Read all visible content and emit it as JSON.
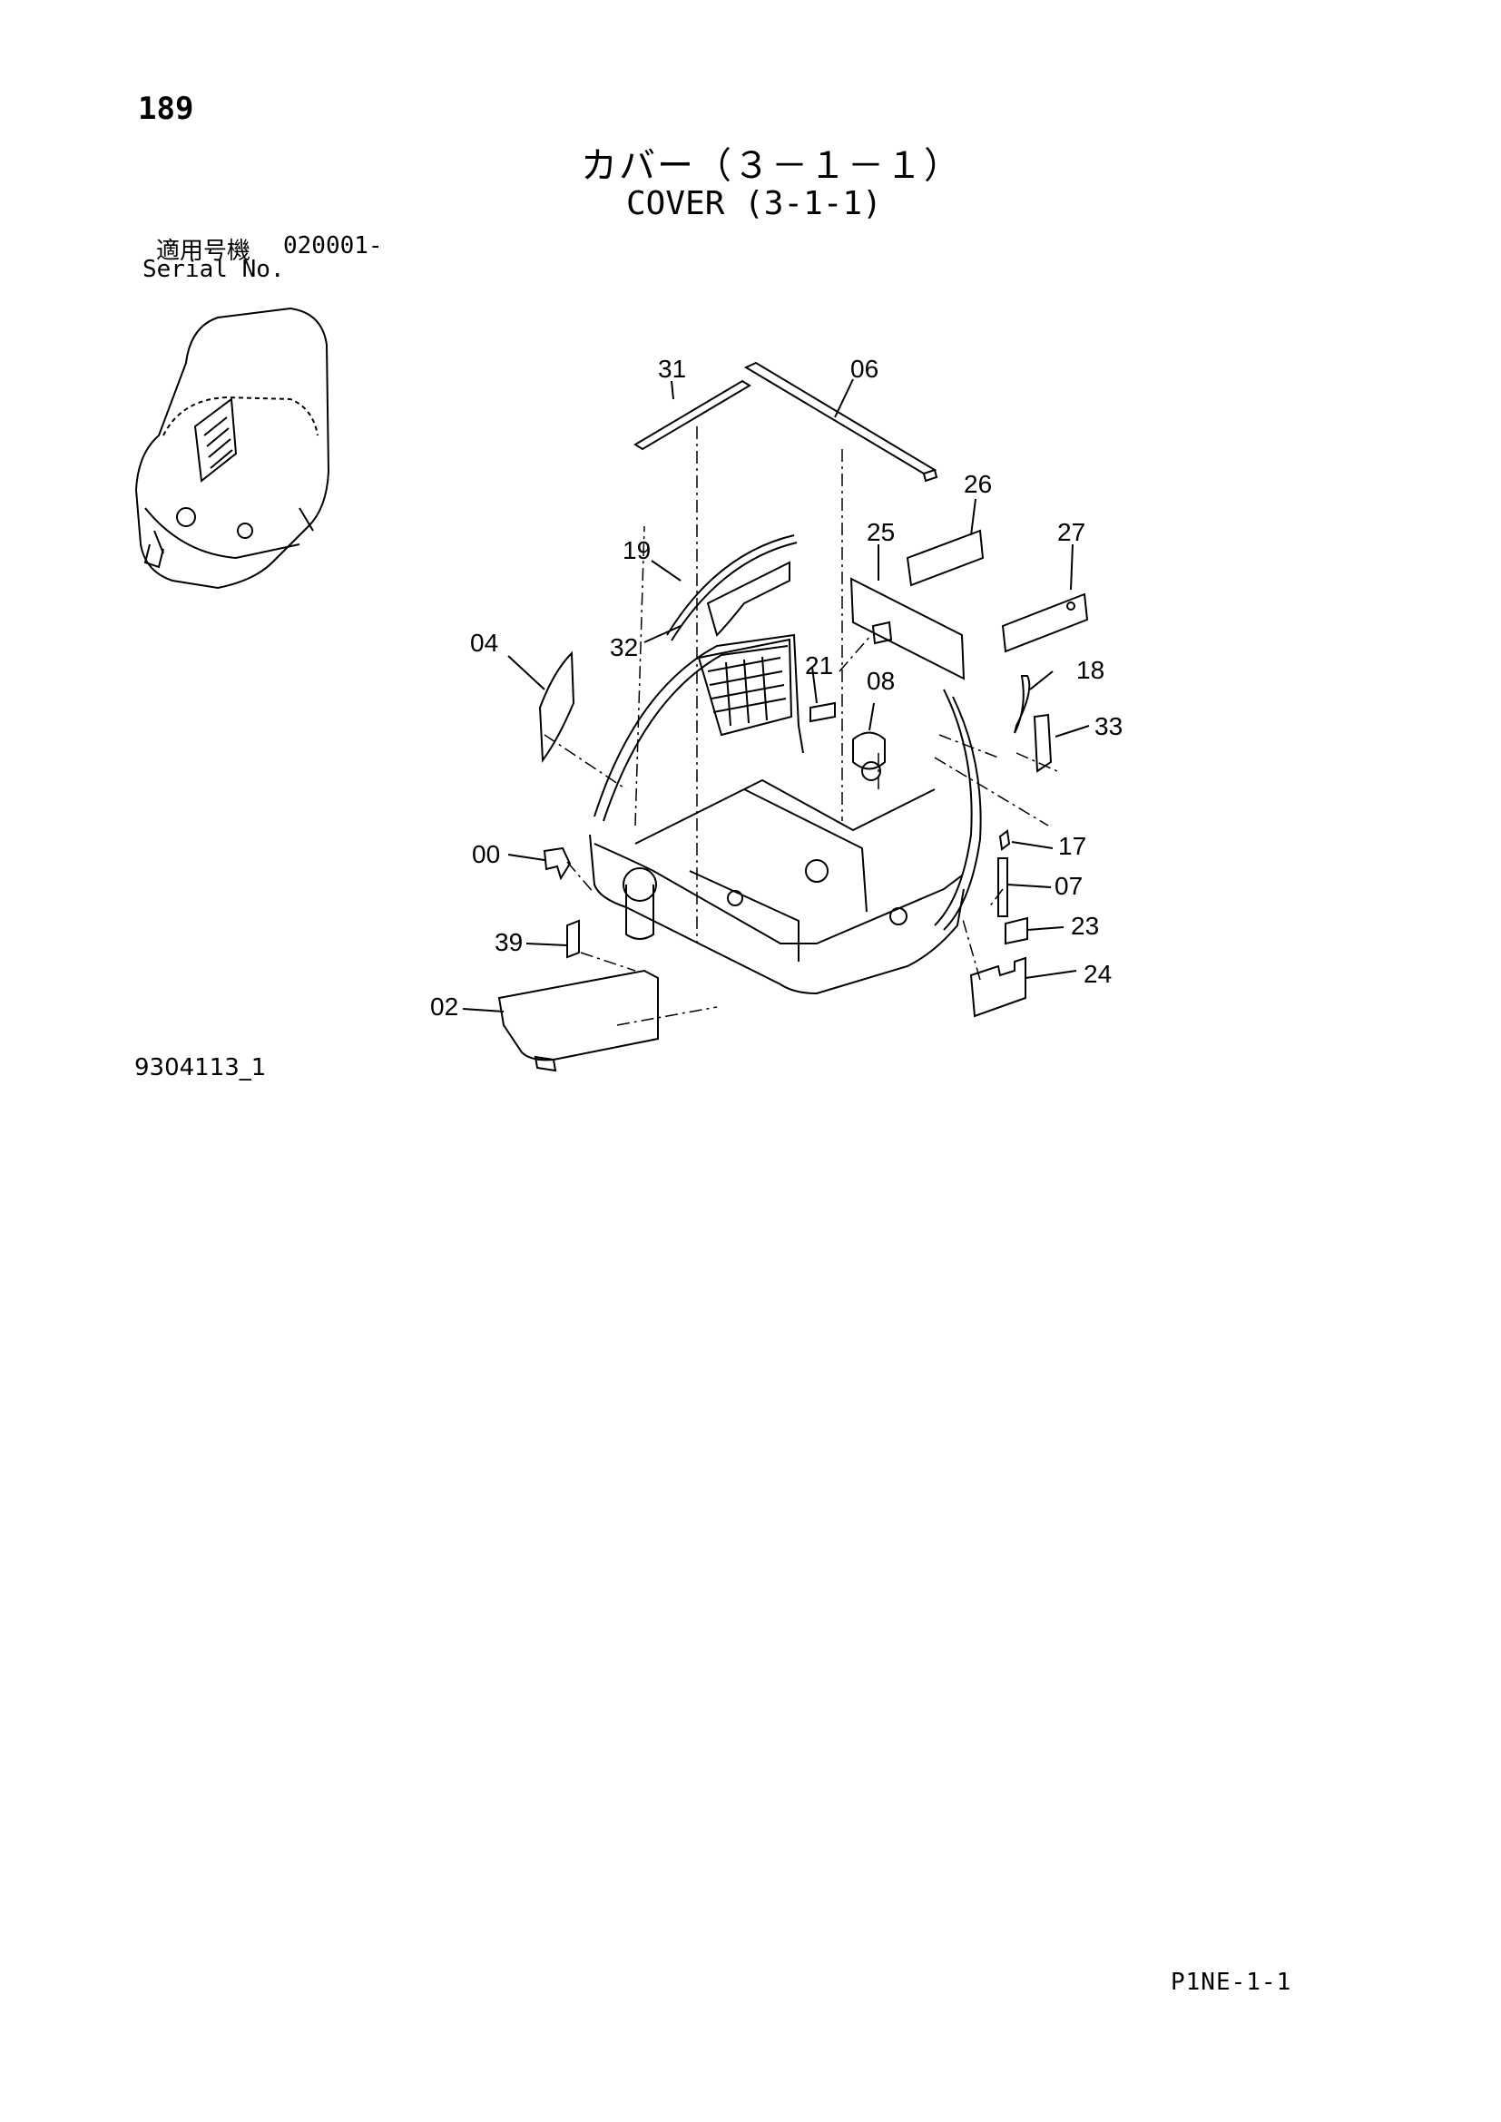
{
  "page": {
    "number": "189",
    "title_jp": "カバー（３－１－１）",
    "title_en": "COVER (3-1-1)",
    "serial_label_jp": "適用号機",
    "serial_label_en": "Serial No.",
    "serial_value": "020001-",
    "drawing_id": "9304113_1",
    "footer_code": "P1NE-1-1"
  },
  "callouts": {
    "c31": "31",
    "c06": "06",
    "c26": "26",
    "c25": "25",
    "c27": "27",
    "c19": "19",
    "c32": "32",
    "c04": "04",
    "c21": "21",
    "c08": "08",
    "c18": "18",
    "c33": "33",
    "c00": "00",
    "c17": "17",
    "c07": "07",
    "c39": "39",
    "c23": "23",
    "c24": "24",
    "c02": "02"
  }
}
